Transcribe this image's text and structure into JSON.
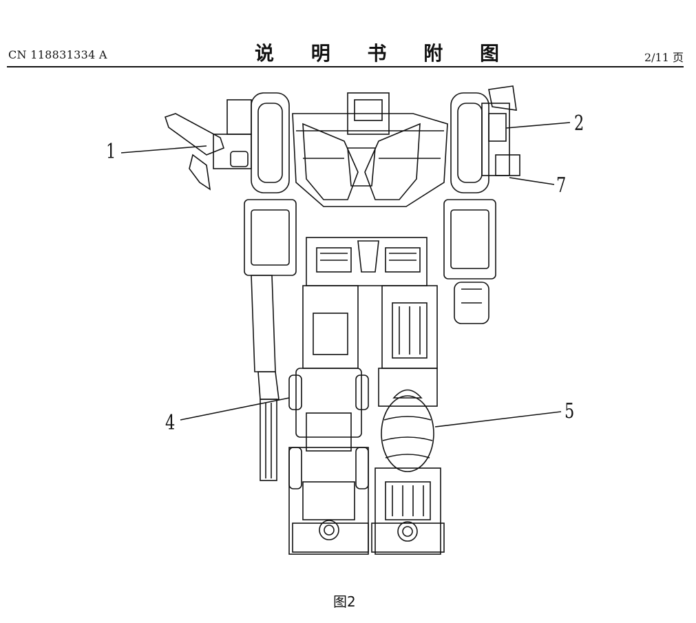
{
  "header": {
    "publication_number": "CN 118831334 A",
    "section_title": "说 明 书 附 图",
    "page_indicator": "2/11 页"
  },
  "figure": {
    "caption": "图2",
    "reference_labels": [
      "1",
      "2",
      "7",
      "4",
      "5"
    ]
  }
}
